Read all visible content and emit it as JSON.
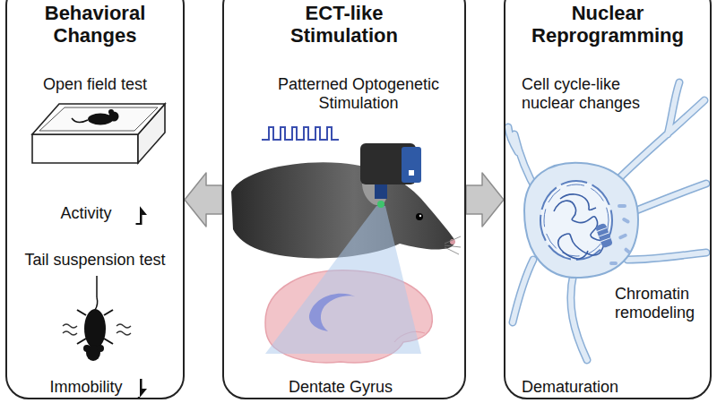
{
  "diagram": {
    "nodes": [
      {
        "text": [
          "Behavioral Changes",
          "Open field test",
          "Activity",
          "Tail suspension test",
          "Immobility"
        ]
      },
      {
        "text": [
          "ECT-like Stimulation",
          "Patterned Optogenetic Stimulation",
          "Dentate Gyrus"
        ]
      },
      {
        "text": [
          "Nuclear Reprogramming",
          "Cell cycle-like nuclear changes",
          "Chromatin remodeling",
          "Dematuration"
        ]
      }
    ],
    "edges": [
      {
        "from": 1,
        "to": 0,
        "arrow": "to"
      },
      {
        "from": 1,
        "to": 2,
        "arrow": "to"
      }
    ]
  }
}
